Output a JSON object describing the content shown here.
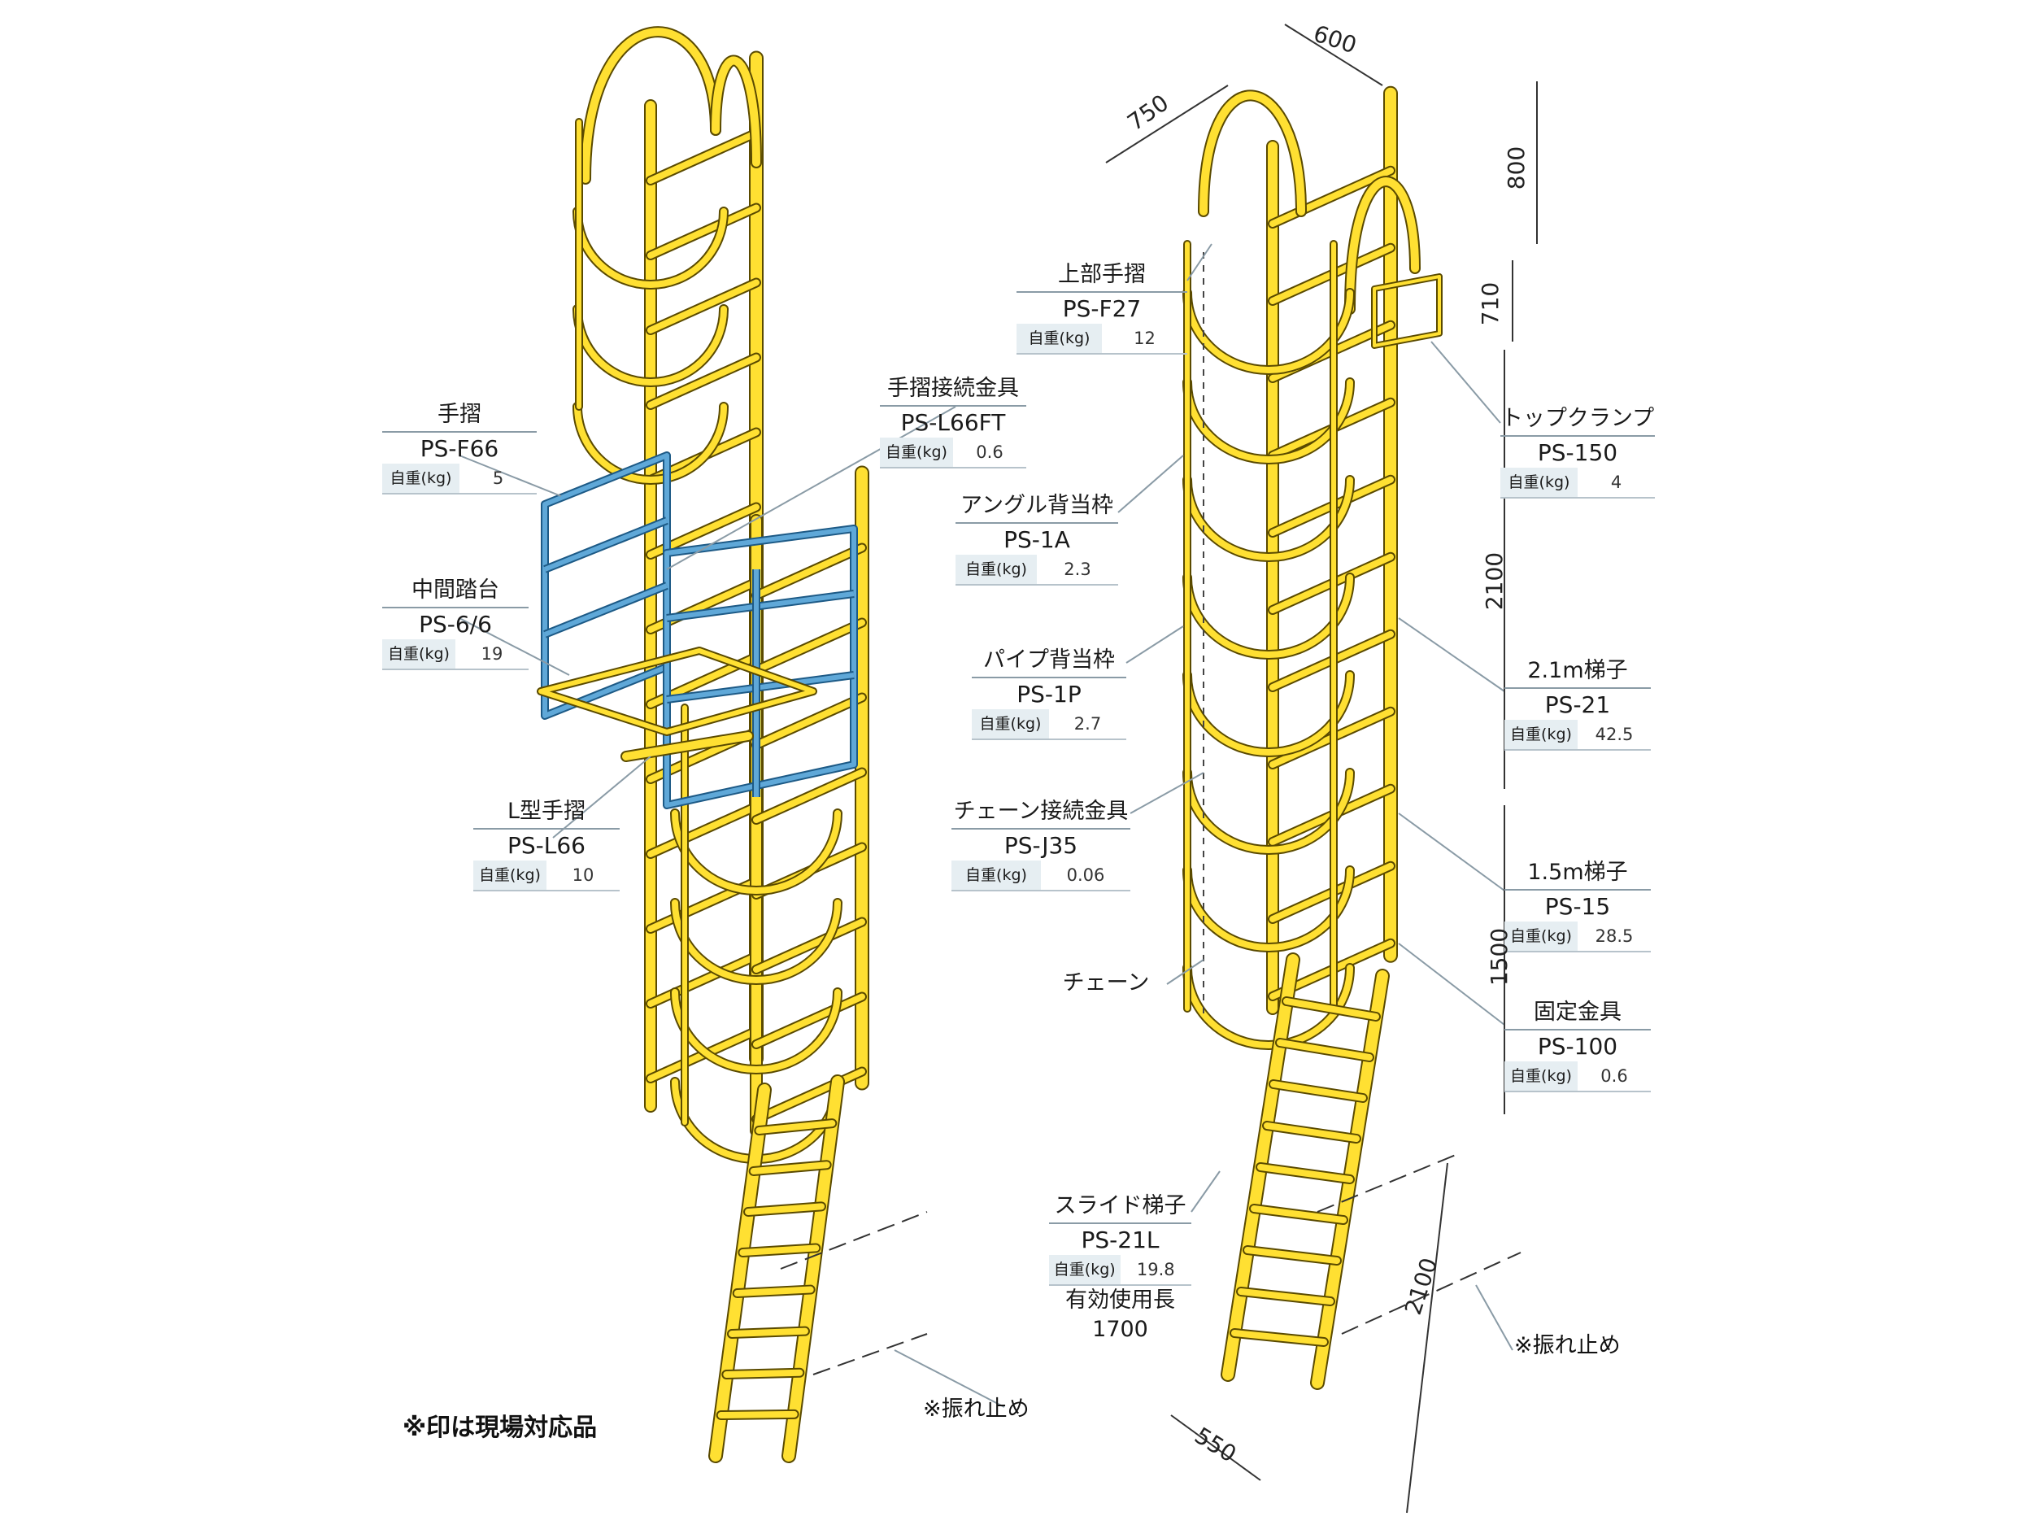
{
  "weight_key": "自重(kg)",
  "callouts": {
    "handrail_ps_f66": {
      "name": "手摺",
      "code": "PS-F66",
      "weight": "5"
    },
    "connector_ps_l66ft": {
      "name": "手摺接続金具",
      "code": "PS-L66FT",
      "weight": "0.6"
    },
    "platform_ps_6_6": {
      "name": "中間踏台",
      "code": "PS-6/6",
      "weight": "19"
    },
    "l_handrail_ps_l66": {
      "name": "L型手摺",
      "code": "PS-L66",
      "weight": "10"
    },
    "top_handrail_ps_f27": {
      "name": "上部手摺",
      "code": "PS-F27",
      "weight": "12"
    },
    "angle_guard_ps_1a": {
      "name": "アングル背当枠",
      "code": "PS-1A",
      "weight": "2.3"
    },
    "pipe_guard_ps_1p": {
      "name": "パイプ背当枠",
      "code": "PS-1P",
      "weight": "2.7"
    },
    "chain_conn_ps_j35": {
      "name": "チェーン接続金具",
      "code": "PS-J35",
      "weight": "0.06"
    },
    "chain": {
      "name": "チェーン"
    },
    "slide_ladder_ps_21l": {
      "name": "スライド梯子",
      "code": "PS-21L",
      "weight": "19.8",
      "extra1": "有効使用長",
      "extra2": "1700"
    },
    "top_clamp_ps_150": {
      "name": "トップクランプ",
      "code": "PS-150",
      "weight": "4"
    },
    "ladder_21_ps_21": {
      "name": "2.1m梯子",
      "code": "PS-21",
      "weight": "42.5"
    },
    "ladder_15_ps_15": {
      "name": "1.5m梯子",
      "code": "PS-15",
      "weight": "28.5"
    },
    "fixing_ps_100": {
      "name": "固定金具",
      "code": "PS-100",
      "weight": "0.6"
    }
  },
  "dimensions": {
    "d600": "600",
    "d750": "750",
    "d800": "800",
    "d710": "710",
    "d2100_upper": "2100",
    "d1500": "1500",
    "d2100_lower": "2100",
    "d550": "550"
  },
  "notes": {
    "anti_sway_left": "※振れ止め",
    "anti_sway_right": "※振れ止め",
    "footnote": "※印は現場対応品"
  },
  "colors": {
    "ladder": "#ffe032",
    "outline": "#5a4a00",
    "blue_part": "#5fa8d8",
    "leader": "#8a9ba6"
  }
}
